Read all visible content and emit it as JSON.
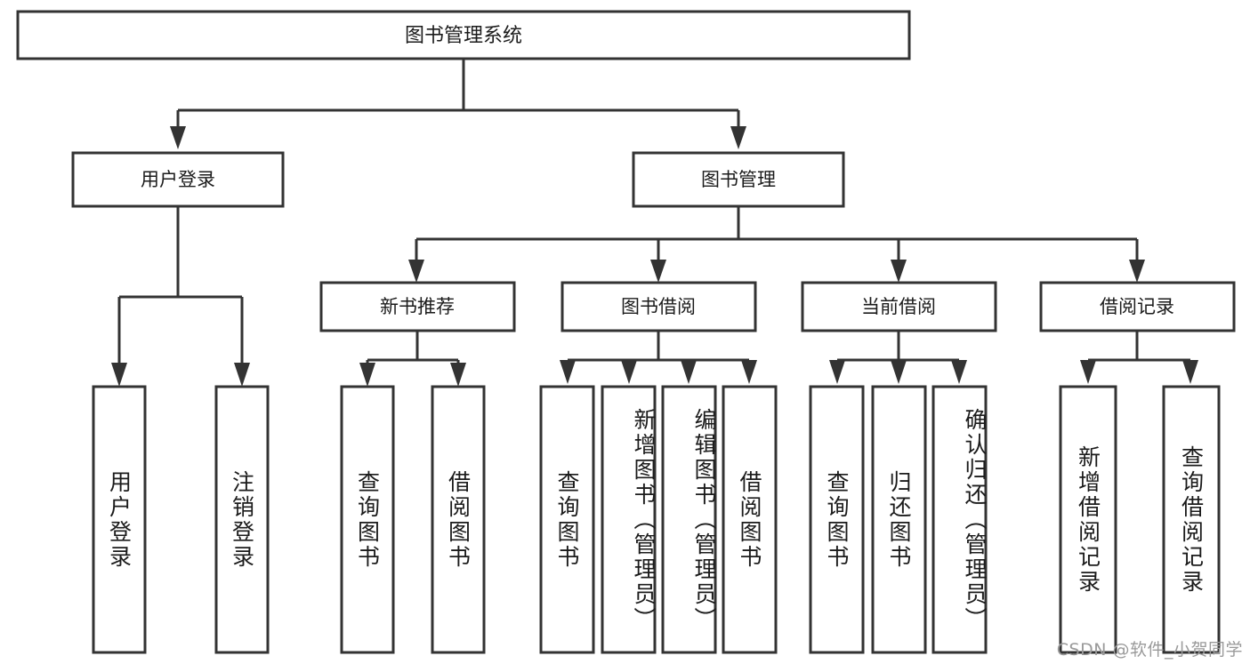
{
  "diagram": {
    "type": "tree-hierarchy",
    "title": "图书管理系统",
    "orientation": "top-down",
    "colors": {
      "box_stroke": "#333333",
      "box_fill": "#ffffff",
      "text": "#1b1b1b",
      "background": "#ffffff",
      "watermark": "#9a9a9a"
    },
    "root": {
      "label": "图书管理系统"
    },
    "level1": [
      {
        "label": "用户登录"
      },
      {
        "label": "图书管理"
      }
    ],
    "level2": [
      {
        "label": "新书推荐"
      },
      {
        "label": "图书借阅"
      },
      {
        "label": "当前借阅"
      },
      {
        "label": "借阅记录"
      }
    ],
    "leaves": {
      "user_login": [
        {
          "label": "用户登录"
        },
        {
          "label": "注销登录"
        }
      ],
      "new_book_recommend": [
        {
          "label": "查询图书"
        },
        {
          "label": "借阅图书"
        }
      ],
      "book_borrow": [
        {
          "label": "查询图书"
        },
        {
          "label": "新增图书（管理员）"
        },
        {
          "label": "编辑图书（管理员）"
        },
        {
          "label": "借阅图书"
        }
      ],
      "current_borrow": [
        {
          "label": "查询图书"
        },
        {
          "label": "归还图书"
        },
        {
          "label": "确认归还（管理员）"
        }
      ],
      "borrow_record": [
        {
          "label": "新增借阅记录"
        },
        {
          "label": "查询借阅记录"
        }
      ]
    }
  },
  "watermark": {
    "text": "CSDN @软件_小贺同学"
  }
}
